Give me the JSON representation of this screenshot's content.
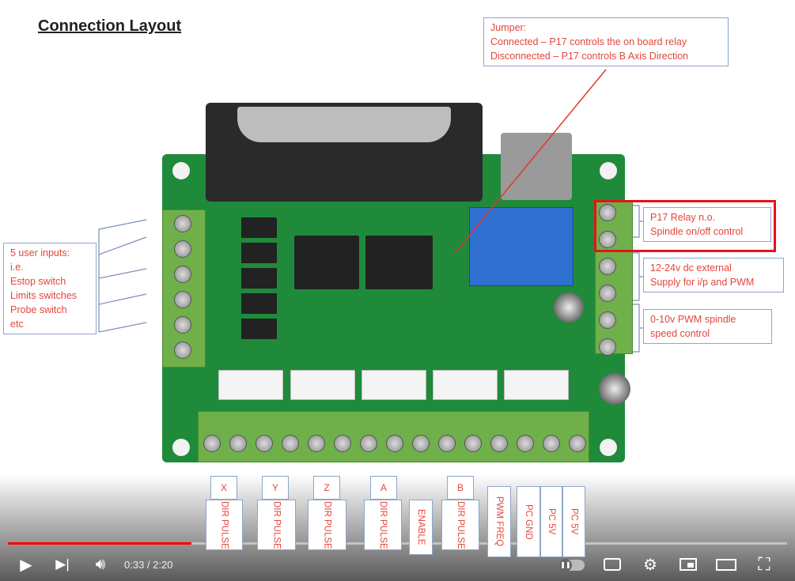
{
  "slide": {
    "title": "Connection Layout",
    "jumper": [
      "Jumper:",
      "Connected – P17 controls the on board relay",
      "Disconnected – P17 controls B Axis Direction"
    ],
    "user_inputs": [
      "5 user inputs:",
      "i.e.",
      "Estop switch",
      "Limits switches",
      "Probe switch",
      "etc"
    ],
    "relay": [
      "P17 Relay n.o.",
      "Spindle on/off control"
    ],
    "supply": [
      "12-24v dc external",
      "Supply for i/p and PWM"
    ],
    "pwm": [
      "0-10v PWM spindle",
      "speed control"
    ],
    "axes": [
      {
        "axis": "X",
        "pins": "DIR PULSE"
      },
      {
        "axis": "Y",
        "pins": "DIR PULSE"
      },
      {
        "axis": "Z",
        "pins": "DIR PULSE"
      },
      {
        "axis": "A",
        "pins": "DIR PULSE"
      },
      {
        "axis": "B",
        "pins": "DIR PULSE"
      }
    ],
    "enable": "ENABLE",
    "pwm_freq": "PWM FREQ",
    "pc_gnd": "PC GND",
    "pc_5v_1": "PC 5V",
    "pc_5v_2": "PC 5V"
  },
  "player": {
    "current_time": "0:33",
    "duration": "2:20",
    "time_display": "0:33 / 2:20",
    "progress_fraction": 0.236,
    "accent": "#ff0000"
  }
}
